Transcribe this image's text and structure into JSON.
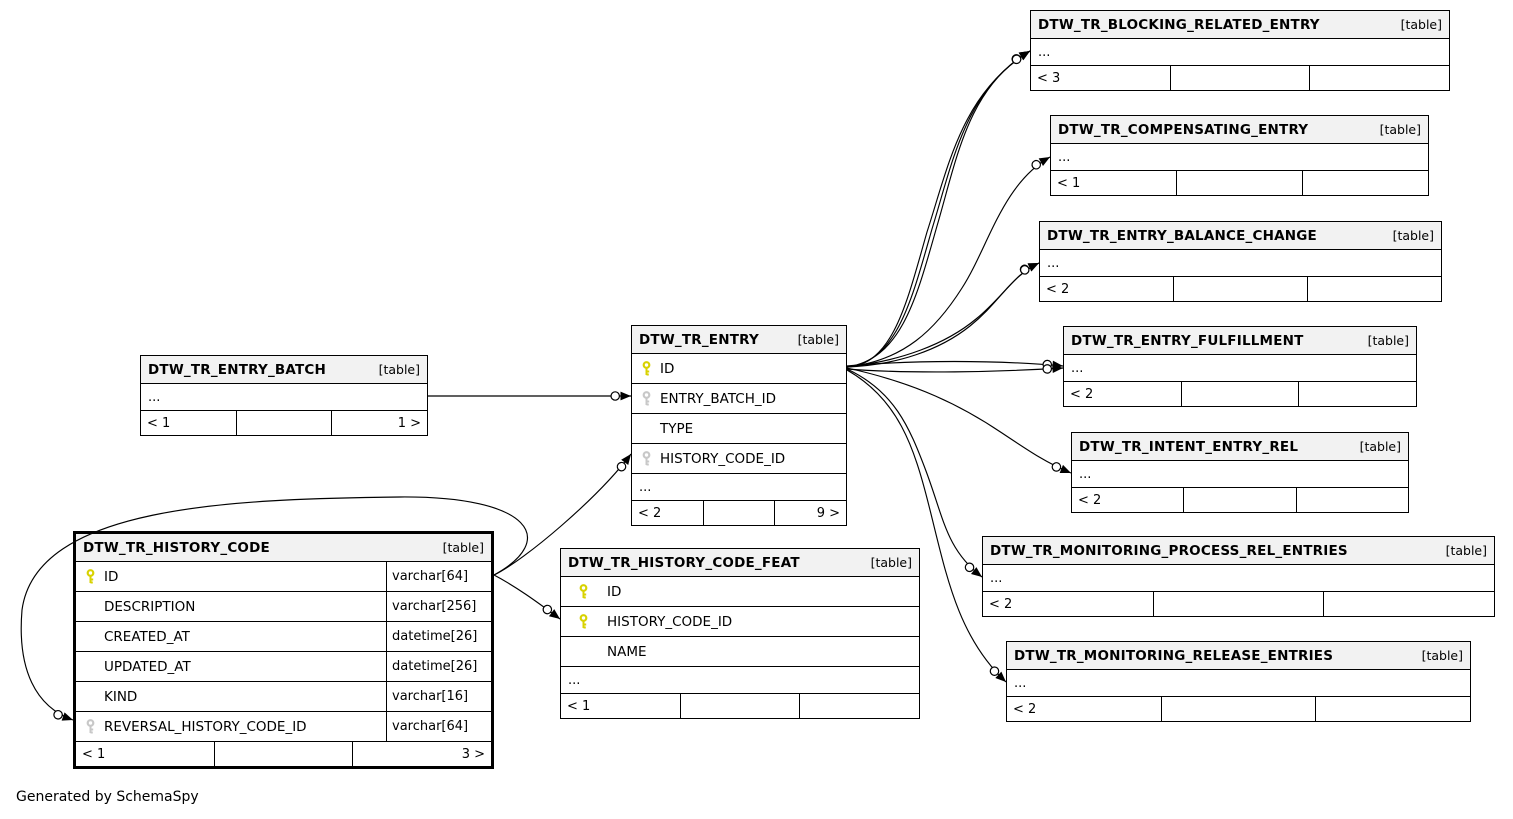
{
  "generator": "Generated by SchemaSpy",
  "colors": {
    "primary_key": "#d8d200",
    "foreign_key": "#c8c8c8",
    "header_bg": "#f2f2f2",
    "border": "#000000",
    "edge": "#000000"
  },
  "tables": {
    "blocking": {
      "name": "DTW_TR_BLOCKING_RELATED_ENTRY",
      "tag": "[table]",
      "dots": "...",
      "footer_left": "< 3",
      "footer_right": ""
    },
    "compensating": {
      "name": "DTW_TR_COMPENSATING_ENTRY",
      "tag": "[table]",
      "dots": "...",
      "footer_left": "< 1",
      "footer_right": ""
    },
    "balance": {
      "name": "DTW_TR_ENTRY_BALANCE_CHANGE",
      "tag": "[table]",
      "dots": "...",
      "footer_left": "< 2",
      "footer_right": ""
    },
    "fulfillment": {
      "name": "DTW_TR_ENTRY_FULFILLMENT",
      "tag": "[table]",
      "dots": "...",
      "footer_left": "< 2",
      "footer_right": ""
    },
    "intent": {
      "name": "DTW_TR_INTENT_ENTRY_REL",
      "tag": "[table]",
      "dots": "...",
      "footer_left": "< 2",
      "footer_right": ""
    },
    "process": {
      "name": "DTW_TR_MONITORING_PROCESS_REL_ENTRIES",
      "tag": "[table]",
      "dots": "...",
      "footer_left": "< 2",
      "footer_right": ""
    },
    "release": {
      "name": "DTW_TR_MONITORING_RELEASE_ENTRIES",
      "tag": "[table]",
      "dots": "...",
      "footer_left": "< 2",
      "footer_right": ""
    },
    "entry": {
      "name": "DTW_TR_ENTRY",
      "tag": "[table]",
      "rows": [
        {
          "label": "ID",
          "key": "primary"
        },
        {
          "label": "ENTRY_BATCH_ID",
          "key": "foreign"
        },
        {
          "label": "TYPE",
          "key": ""
        },
        {
          "label": "HISTORY_CODE_ID",
          "key": "foreign"
        }
      ],
      "dots": "...",
      "footer_left": "< 2",
      "footer_right": "9 >"
    },
    "batch": {
      "name": "DTW_TR_ENTRY_BATCH",
      "tag": "[table]",
      "dots": "...",
      "footer_left": "< 1",
      "footer_right": "1 >"
    },
    "history_code": {
      "name": "DTW_TR_HISTORY_CODE",
      "tag": "[table]",
      "rows": [
        {
          "label": "ID",
          "type": "varchar[64]",
          "key": "primary"
        },
        {
          "label": "DESCRIPTION",
          "type": "varchar[256]",
          "key": ""
        },
        {
          "label": "CREATED_AT",
          "type": "datetime[26]",
          "key": ""
        },
        {
          "label": "UPDATED_AT",
          "type": "datetime[26]",
          "key": ""
        },
        {
          "label": "KIND",
          "type": "varchar[16]",
          "key": ""
        },
        {
          "label": "REVERSAL_HISTORY_CODE_ID",
          "type": "varchar[64]",
          "key": "foreign"
        }
      ],
      "footer_left": "< 1",
      "footer_right": "3 >"
    },
    "feat": {
      "name": "DTW_TR_HISTORY_CODE_FEAT",
      "tag": "[table]",
      "rows": [
        {
          "label": "ID",
          "key": "primary"
        },
        {
          "label": "HISTORY_CODE_ID",
          "key": "primary"
        },
        {
          "label": "NAME",
          "key": ""
        }
      ],
      "dots": "...",
      "footer_left": "< 1",
      "footer_right": ""
    }
  },
  "relationships": [
    {
      "from": "DTW_TR_ENTRY_BATCH",
      "to": "DTW_TR_ENTRY.ENTRY_BATCH_ID"
    },
    {
      "from": "DTW_TR_HISTORY_CODE.ID",
      "to": "DTW_TR_ENTRY.HISTORY_CODE_ID"
    },
    {
      "from": "DTW_TR_HISTORY_CODE.ID",
      "to": "DTW_TR_HISTORY_CODE_FEAT.HISTORY_CODE_ID"
    },
    {
      "from": "DTW_TR_HISTORY_CODE.ID",
      "to": "DTW_TR_HISTORY_CODE.REVERSAL_HISTORY_CODE_ID"
    },
    {
      "from": "DTW_TR_ENTRY.ID",
      "to": "DTW_TR_BLOCKING_RELATED_ENTRY"
    },
    {
      "from": "DTW_TR_ENTRY.ID",
      "to": "DTW_TR_COMPENSATING_ENTRY"
    },
    {
      "from": "DTW_TR_ENTRY.ID",
      "to": "DTW_TR_ENTRY_BALANCE_CHANGE"
    },
    {
      "from": "DTW_TR_ENTRY.ID",
      "to": "DTW_TR_ENTRY_FULFILLMENT"
    },
    {
      "from": "DTW_TR_ENTRY.ID",
      "to": "DTW_TR_INTENT_ENTRY_REL"
    },
    {
      "from": "DTW_TR_ENTRY.ID",
      "to": "DTW_TR_MONITORING_PROCESS_REL_ENTRIES"
    },
    {
      "from": "DTW_TR_ENTRY.ID",
      "to": "DTW_TR_MONITORING_RELEASE_ENTRIES"
    }
  ]
}
